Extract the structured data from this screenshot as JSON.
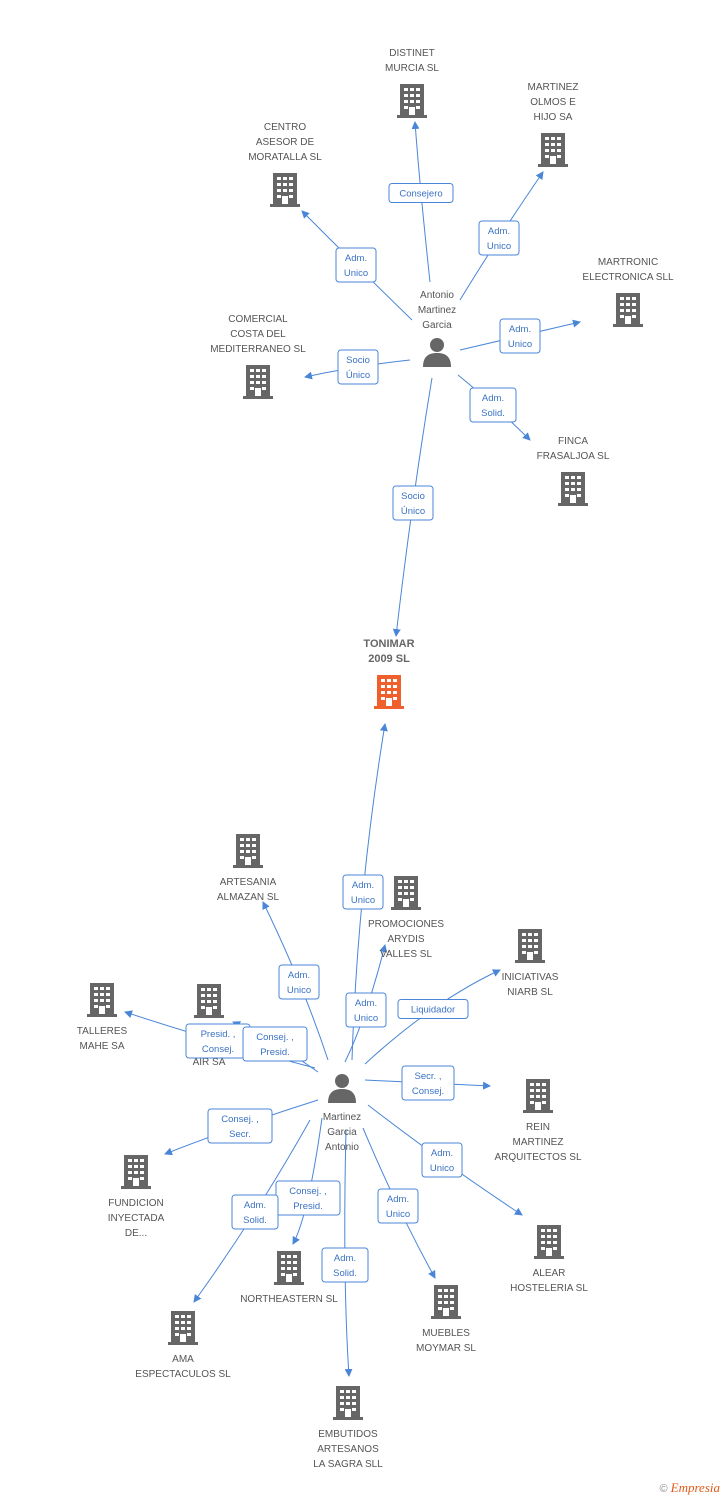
{
  "colors": {
    "edge": "#4a86d8",
    "company": "#666666",
    "main_company": "#f0602c",
    "person": "#666666"
  },
  "nodes": [
    {
      "id": "distinet",
      "type": "company",
      "label": [
        "DISTINET",
        "MURCIA SL"
      ]
    },
    {
      "id": "martinez_olmos",
      "type": "company",
      "label": [
        "MARTINEZ",
        "OLMOS E",
        "HIJO SA"
      ]
    },
    {
      "id": "centro_asesor",
      "type": "company",
      "label": [
        "CENTRO",
        "ASESOR DE",
        "MORATALLA SL"
      ]
    },
    {
      "id": "martronic",
      "type": "company",
      "label": [
        "MARTRONIC",
        "ELECTRONICA SLL"
      ]
    },
    {
      "id": "comercial_costa",
      "type": "company",
      "label": [
        "COMERCIAL",
        "COSTA DEL",
        "MEDITERRANEO SL"
      ]
    },
    {
      "id": "antonio",
      "type": "person",
      "label": [
        "Antonio",
        "Martinez",
        "Garcia"
      ]
    },
    {
      "id": "finca",
      "type": "company",
      "label": [
        "FINCA",
        "FRASALJOA SL"
      ]
    },
    {
      "id": "tonimar",
      "type": "main",
      "label": [
        "TONIMAR",
        "2009 SL"
      ]
    },
    {
      "id": "artesania",
      "type": "company",
      "label": [
        "ARTESANIA",
        "ALMAZAN SL"
      ]
    },
    {
      "id": "promociones",
      "type": "company",
      "label": [
        "PROMOCIONES",
        "ARYDIS",
        "VALLES SL"
      ]
    },
    {
      "id": "iniciativas",
      "type": "company",
      "label": [
        "INICIATIVAS",
        "NIARB SL"
      ]
    },
    {
      "id": "talleres",
      "type": "company",
      "label": [
        "TALLERES",
        "MAHE SA"
      ]
    },
    {
      "id": "na_air",
      "type": "company",
      "label": [
        "C...",
        "NA...",
        "AIR SA"
      ]
    },
    {
      "id": "martinez_person",
      "type": "person",
      "label": [
        "Martinez",
        "Garcia",
        "Antonio"
      ]
    },
    {
      "id": "rein",
      "type": "company",
      "label": [
        "REIN",
        "MARTINEZ",
        "ARQUITECTOS SL"
      ]
    },
    {
      "id": "fundicion",
      "type": "company",
      "label": [
        "FUNDICION",
        "INYECTADA",
        "DE..."
      ]
    },
    {
      "id": "northeastern",
      "type": "company",
      "label": [
        "NORTHEASTERN SL"
      ]
    },
    {
      "id": "alear",
      "type": "company",
      "label": [
        "ALEAR",
        "HOSTELERIA SL"
      ]
    },
    {
      "id": "muebles",
      "type": "company",
      "label": [
        "MUEBLES",
        "MOYMAR SL"
      ]
    },
    {
      "id": "ama",
      "type": "company",
      "label": [
        "AMA",
        "ESPECTACULOS SL"
      ]
    },
    {
      "id": "embutidos",
      "type": "company",
      "label": [
        "EMBUTIDOS",
        "ARTESANOS",
        "LA SAGRA SLL"
      ]
    }
  ],
  "edges": [
    {
      "from": "antonio",
      "to": "distinet",
      "label": [
        "Consejero"
      ]
    },
    {
      "from": "antonio",
      "to": "martinez_olmos",
      "label": [
        "Adm.",
        "Unico"
      ]
    },
    {
      "from": "antonio",
      "to": "centro_asesor",
      "label": [
        "Adm.",
        "Unico"
      ]
    },
    {
      "from": "antonio",
      "to": "martronic",
      "label": [
        "Adm.",
        "Unico"
      ]
    },
    {
      "from": "antonio",
      "to": "comercial_costa",
      "label": [
        "Socio",
        "Único"
      ]
    },
    {
      "from": "antonio",
      "to": "finca",
      "label": [
        "Adm.",
        "Solid."
      ]
    },
    {
      "from": "antonio",
      "to": "tonimar",
      "label": [
        "Socio",
        "Único"
      ]
    },
    {
      "from": "martinez_person",
      "to": "tonimar",
      "label": [
        "Adm.",
        "Unico"
      ]
    },
    {
      "from": "martinez_person",
      "to": "artesania",
      "label": [
        "Adm.",
        "Unico"
      ]
    },
    {
      "from": "martinez_person",
      "to": "promociones",
      "label": [
        "Adm.",
        "Unico"
      ]
    },
    {
      "from": "martinez_person",
      "to": "iniciativas",
      "label": [
        "Liquidador"
      ]
    },
    {
      "from": "martinez_person",
      "to": "talleres",
      "label": [
        "Presid. ,",
        "Consej."
      ]
    },
    {
      "from": "martinez_person",
      "to": "na_air",
      "label": [
        "Consej. ,",
        "Presid."
      ]
    },
    {
      "from": "martinez_person",
      "to": "rein",
      "label": [
        "Secr. ,",
        "Consej."
      ]
    },
    {
      "from": "martinez_person",
      "to": "fundicion",
      "label": [
        "Consej. ,",
        "Secr."
      ]
    },
    {
      "from": "martinez_person",
      "to": "alear",
      "label": [
        "Adm.",
        "Unico"
      ]
    },
    {
      "from": "martinez_person",
      "to": "northeastern",
      "label": [
        "Consej. ,",
        "Presid."
      ]
    },
    {
      "from": "martinez_person",
      "to": "muebles",
      "label": [
        "Adm.",
        "Unico"
      ]
    },
    {
      "from": "martinez_person",
      "to": "ama",
      "label": [
        "Adm.",
        "Solid."
      ]
    },
    {
      "from": "martinez_person",
      "to": "embutidos",
      "label": [
        "Adm.",
        "Solid."
      ]
    }
  ],
  "footer": {
    "copyright": "©",
    "brand": "Empresia"
  }
}
